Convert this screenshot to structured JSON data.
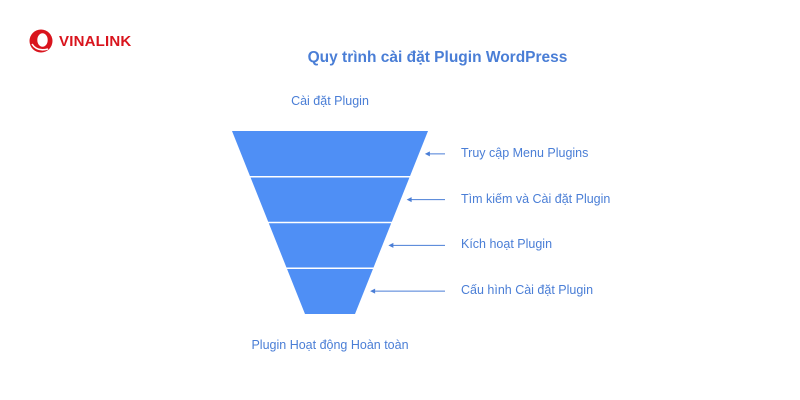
{
  "logo": {
    "brand": "VINALINK",
    "color": "#d9141d"
  },
  "title": "Quy trình cài đặt Plugin WordPress",
  "funnel": {
    "top_label": "Cài đặt Plugin",
    "bottom_label": "Plugin Hoạt động Hoàn toàn",
    "fill_color": "#4f8ff5",
    "text_color": "#4a7ed6",
    "steps": [
      {
        "label": "Truy cập Menu Plugins"
      },
      {
        "label": "Tìm kiếm và Cài đặt Plugin"
      },
      {
        "label": "Kích hoạt Plugin"
      },
      {
        "label": "Cấu hình Cài đặt Plugin"
      }
    ]
  }
}
